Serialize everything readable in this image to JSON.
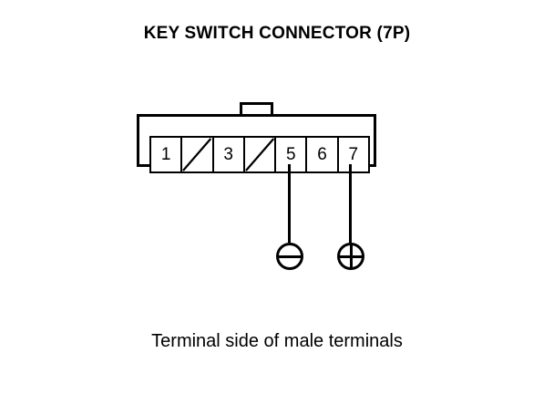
{
  "diagram": {
    "title": "KEY SWITCH CONNECTOR (7P)",
    "caption": "Terminal side of male terminals",
    "line_color": "#000000",
    "background_color": "#ffffff",
    "connector": {
      "pin_count": 7,
      "tab_label": "",
      "cells": [
        {
          "label": "1",
          "blank": false
        },
        {
          "label": "",
          "blank": true
        },
        {
          "label": "3",
          "blank": false
        },
        {
          "label": "",
          "blank": true
        },
        {
          "label": "5",
          "blank": false
        },
        {
          "label": "6",
          "blank": false
        },
        {
          "label": "7",
          "blank": false
        }
      ]
    },
    "leads": [
      {
        "from_pin": "5",
        "symbol": "minus-circle",
        "symbol_glyph": "-"
      },
      {
        "from_pin": "7",
        "symbol": "plus-circle",
        "symbol_glyph": "+"
      }
    ]
  }
}
